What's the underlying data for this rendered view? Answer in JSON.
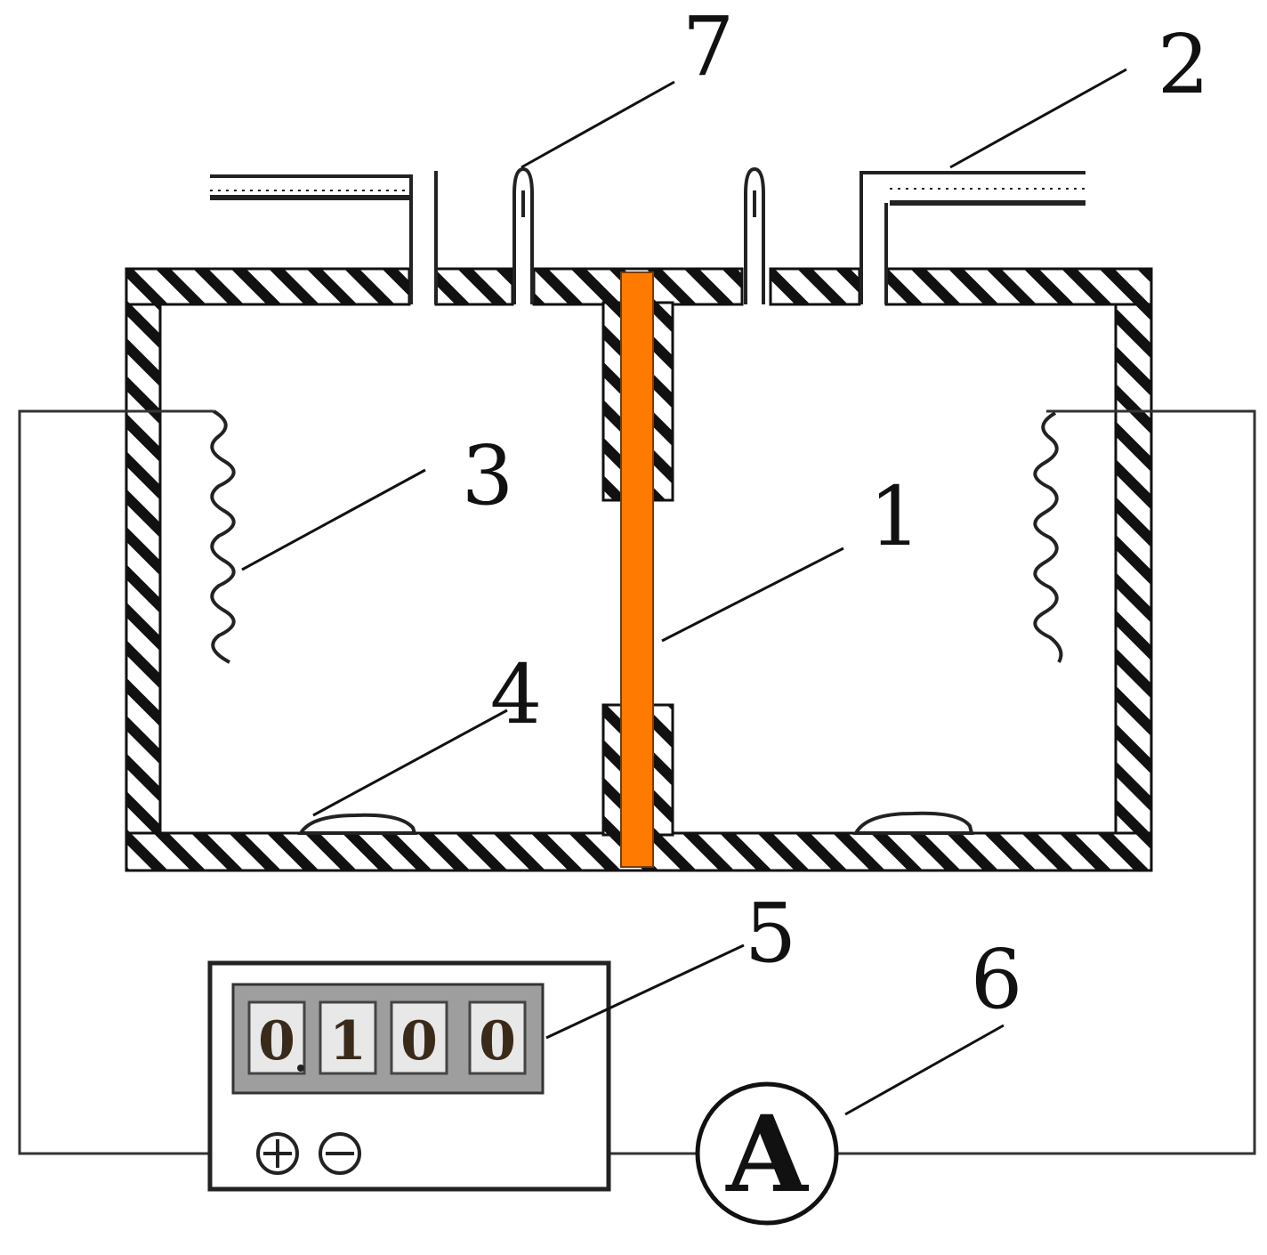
{
  "diagram": {
    "callouts": [
      {
        "id": "1",
        "label": "1"
      },
      {
        "id": "2",
        "label": "2"
      },
      {
        "id": "3",
        "label": "3"
      },
      {
        "id": "4",
        "label": "4"
      },
      {
        "id": "5",
        "label": "5"
      },
      {
        "id": "6",
        "label": "6"
      },
      {
        "id": "7",
        "label": "7"
      }
    ],
    "display_digits": [
      "0",
      "1",
      "0",
      "0"
    ],
    "display_decimal_after_index": 0,
    "ammeter_symbol": "A",
    "power_terminal_icons": [
      "plus-terminal-icon",
      "minus-terminal-icon"
    ],
    "colors": {
      "sample_rod": "#ff7a00",
      "hatch_stroke": "#111111",
      "wire": "#333333",
      "display_panel": "#9e9e9e"
    }
  }
}
